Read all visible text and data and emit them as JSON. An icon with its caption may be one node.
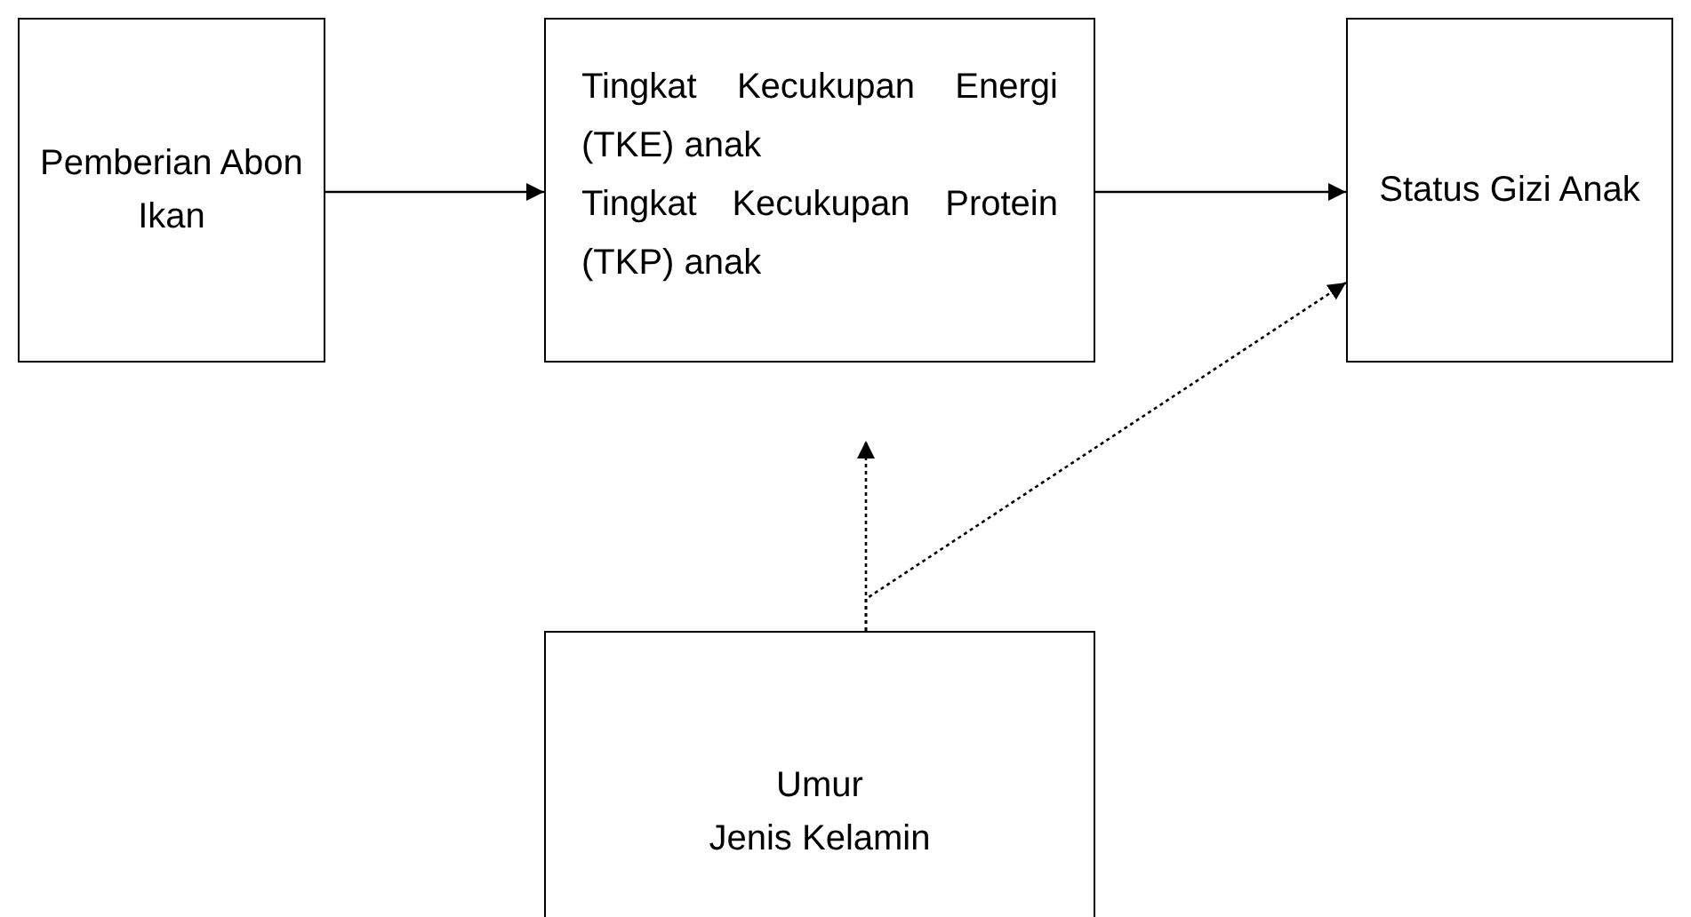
{
  "diagram": {
    "nodes": [
      {
        "text": [
          "Pemberian Abon Ikan"
        ]
      },
      {
        "text": [
          "Tingkat Kecukupan Energi (TKE) anak",
          "Tingkat Kecukupan Protein (TKP) anak"
        ]
      },
      {
        "text": [
          "Status Gizi Anak"
        ]
      },
      {
        "text": [
          "Umur",
          "Jenis Kelamin"
        ]
      }
    ],
    "edges": [
      {
        "from": 0,
        "to": 1,
        "arrow": "to"
      },
      {
        "from": 1,
        "to": 2,
        "arrow": "to"
      },
      {
        "from": 3,
        "to": null,
        "arrow": "to",
        "style": "dashed"
      },
      {
        "from": 3,
        "to": 2,
        "arrow": "to",
        "style": "dashed"
      }
    ]
  }
}
